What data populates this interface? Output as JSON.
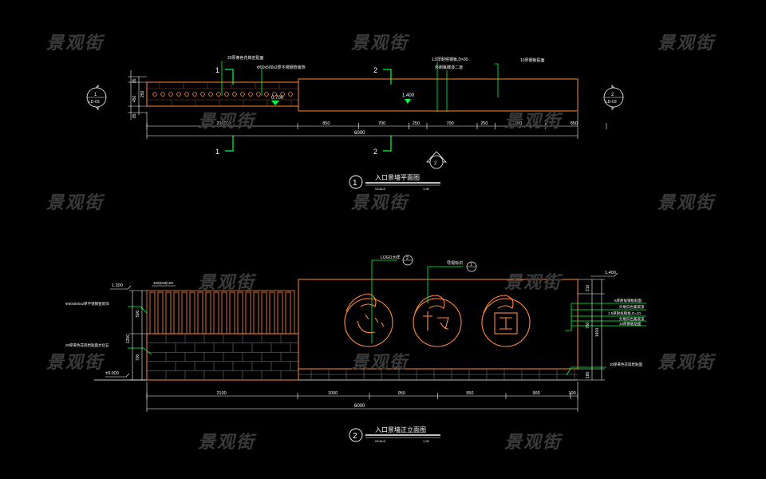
{
  "watermark": "景观街",
  "plan": {
    "title": "入口景墙平面图",
    "number": "1",
    "scale_label": "SCALE",
    "scale_value": "1:30",
    "notes": {
      "tile_band": "20厚黄色花岗岩贴面",
      "slat_cap": "Φ50x500x2厚不锈钢管装饰",
      "wall_steel": "1.5厚耐候钢板,D=30",
      "wall_finish": "外刷氟碳漆二道",
      "facing": "10厚钢板贴面"
    },
    "elevations": [
      "1.400",
      "0.700"
    ],
    "section_marks": [
      "1",
      "2",
      "1",
      "2"
    ],
    "index_left": {
      "num": "1",
      "ref": "LD-03"
    },
    "index_right": {
      "num": "2",
      "ref": "LD-03"
    },
    "north_mark": "2",
    "dims_left": [
      "85",
      "250",
      "450",
      "85"
    ],
    "dims_row": [
      "2100",
      "850",
      "700",
      "250",
      "700",
      "250",
      "700",
      "850"
    ],
    "dim_total": "6000"
  },
  "elevation": {
    "title": "入口景墙正立面图",
    "number": "2",
    "scale_label": "SCALE",
    "scale_value": "1:30",
    "notes": {
      "logo": "LOGO大样",
      "guide": "导视标识",
      "slat": "Φ50x500x2厚不锈钢管装饰",
      "base": "20厚黄色花岗岩贴面文化石",
      "facing_a": "5厚耐候钢板贴面",
      "facing_b": "外刷白色氟碳漆",
      "facing_c": "1.5厚耐候钢板,D=20",
      "facing_d": "外刷白色氟碳漆",
      "facing_e": "10厚钢板贴面",
      "footing": "20厚黄色花岗岩贴面"
    },
    "leader_marks": [
      "2",
      "1"
    ],
    "levels": [
      "1.200",
      "1.400",
      "±0.000"
    ],
    "top_dims": "100|100|100",
    "dims_left": [
      "500",
      "1200",
      "700"
    ],
    "dims_right": [
      "210",
      "750",
      "1400",
      "180"
    ],
    "dims_row": [
      "2100",
      "1000",
      "950",
      "950",
      "900",
      "100"
    ],
    "dim_total": "6000"
  },
  "colors": {
    "outline": "#ff8a3d",
    "dim": "#ffffff",
    "leader": "#00ff3c",
    "note": "#ffffff"
  }
}
